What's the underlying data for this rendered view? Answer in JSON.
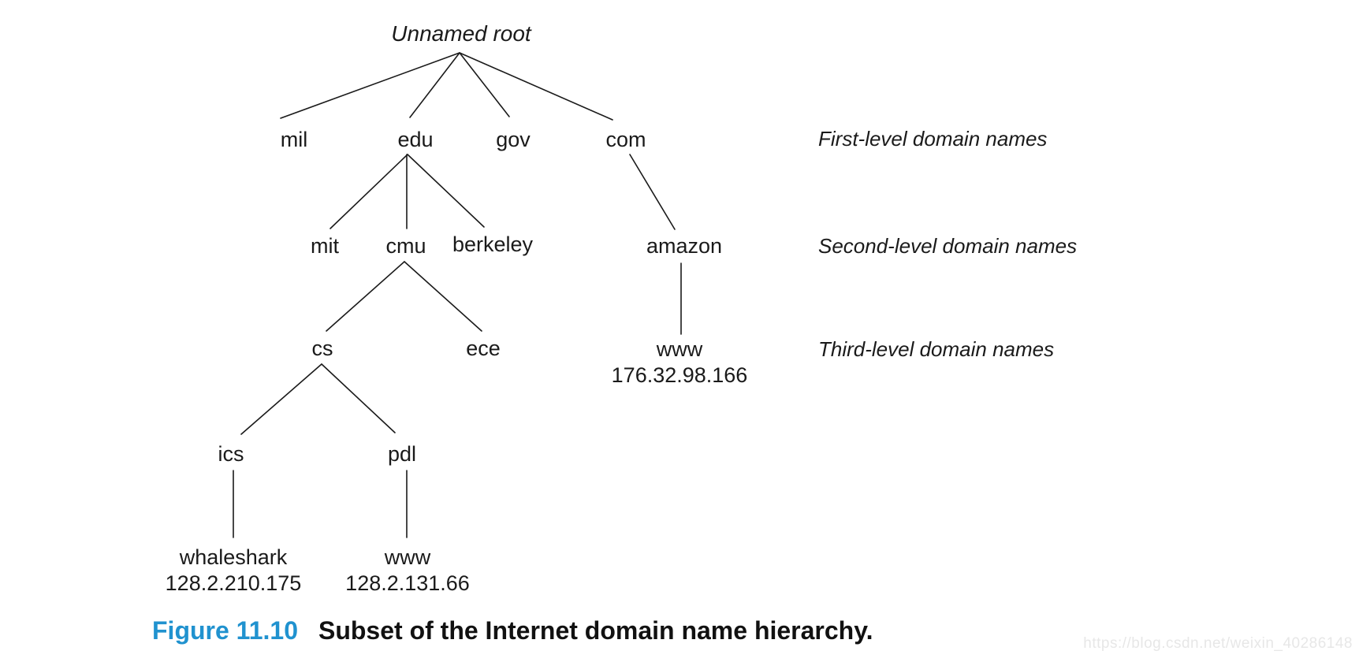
{
  "figure": {
    "root_label": "Unnamed root",
    "nodes": {
      "mil": "mil",
      "edu": "edu",
      "gov": "gov",
      "com": "com",
      "mit": "mit",
      "cmu": "cmu",
      "berkeley": "berkeley",
      "amazon": "amazon",
      "cs": "cs",
      "ece": "ece",
      "www_amazon": "www",
      "www_amazon_ip": "176.32.98.166",
      "ics": "ics",
      "pdl": "pdl",
      "whaleshark": "whaleshark",
      "whaleshark_ip": "128.2.210.175",
      "www_pdl": "www",
      "www_pdl_ip": "128.2.131.66"
    },
    "level_labels": {
      "first": "First-level domain names",
      "second": "Second-level domain names",
      "third": "Third-level domain names"
    },
    "hierarchy": {
      "root": "Unnamed root",
      "children": {
        "root": [
          "mil",
          "edu",
          "gov",
          "com"
        ],
        "edu": [
          "mit",
          "cmu",
          "berkeley"
        ],
        "com": [
          "amazon"
        ],
        "cmu": [
          "cs",
          "ece"
        ],
        "amazon": [
          "www 176.32.98.166"
        ],
        "cs": [
          "ics",
          "pdl"
        ],
        "ics": [
          "whaleshark 128.2.210.175"
        ],
        "pdl": [
          "www 128.2.131.66"
        ]
      }
    }
  },
  "caption": {
    "figure_label": "Figure 11.10",
    "text": "Subset of the Internet domain name hierarchy.",
    "label_color": "#2092cf"
  },
  "watermark": {
    "text": "https://blog.csdn.net/weixin_40286148",
    "color": "#e7e7e7"
  }
}
